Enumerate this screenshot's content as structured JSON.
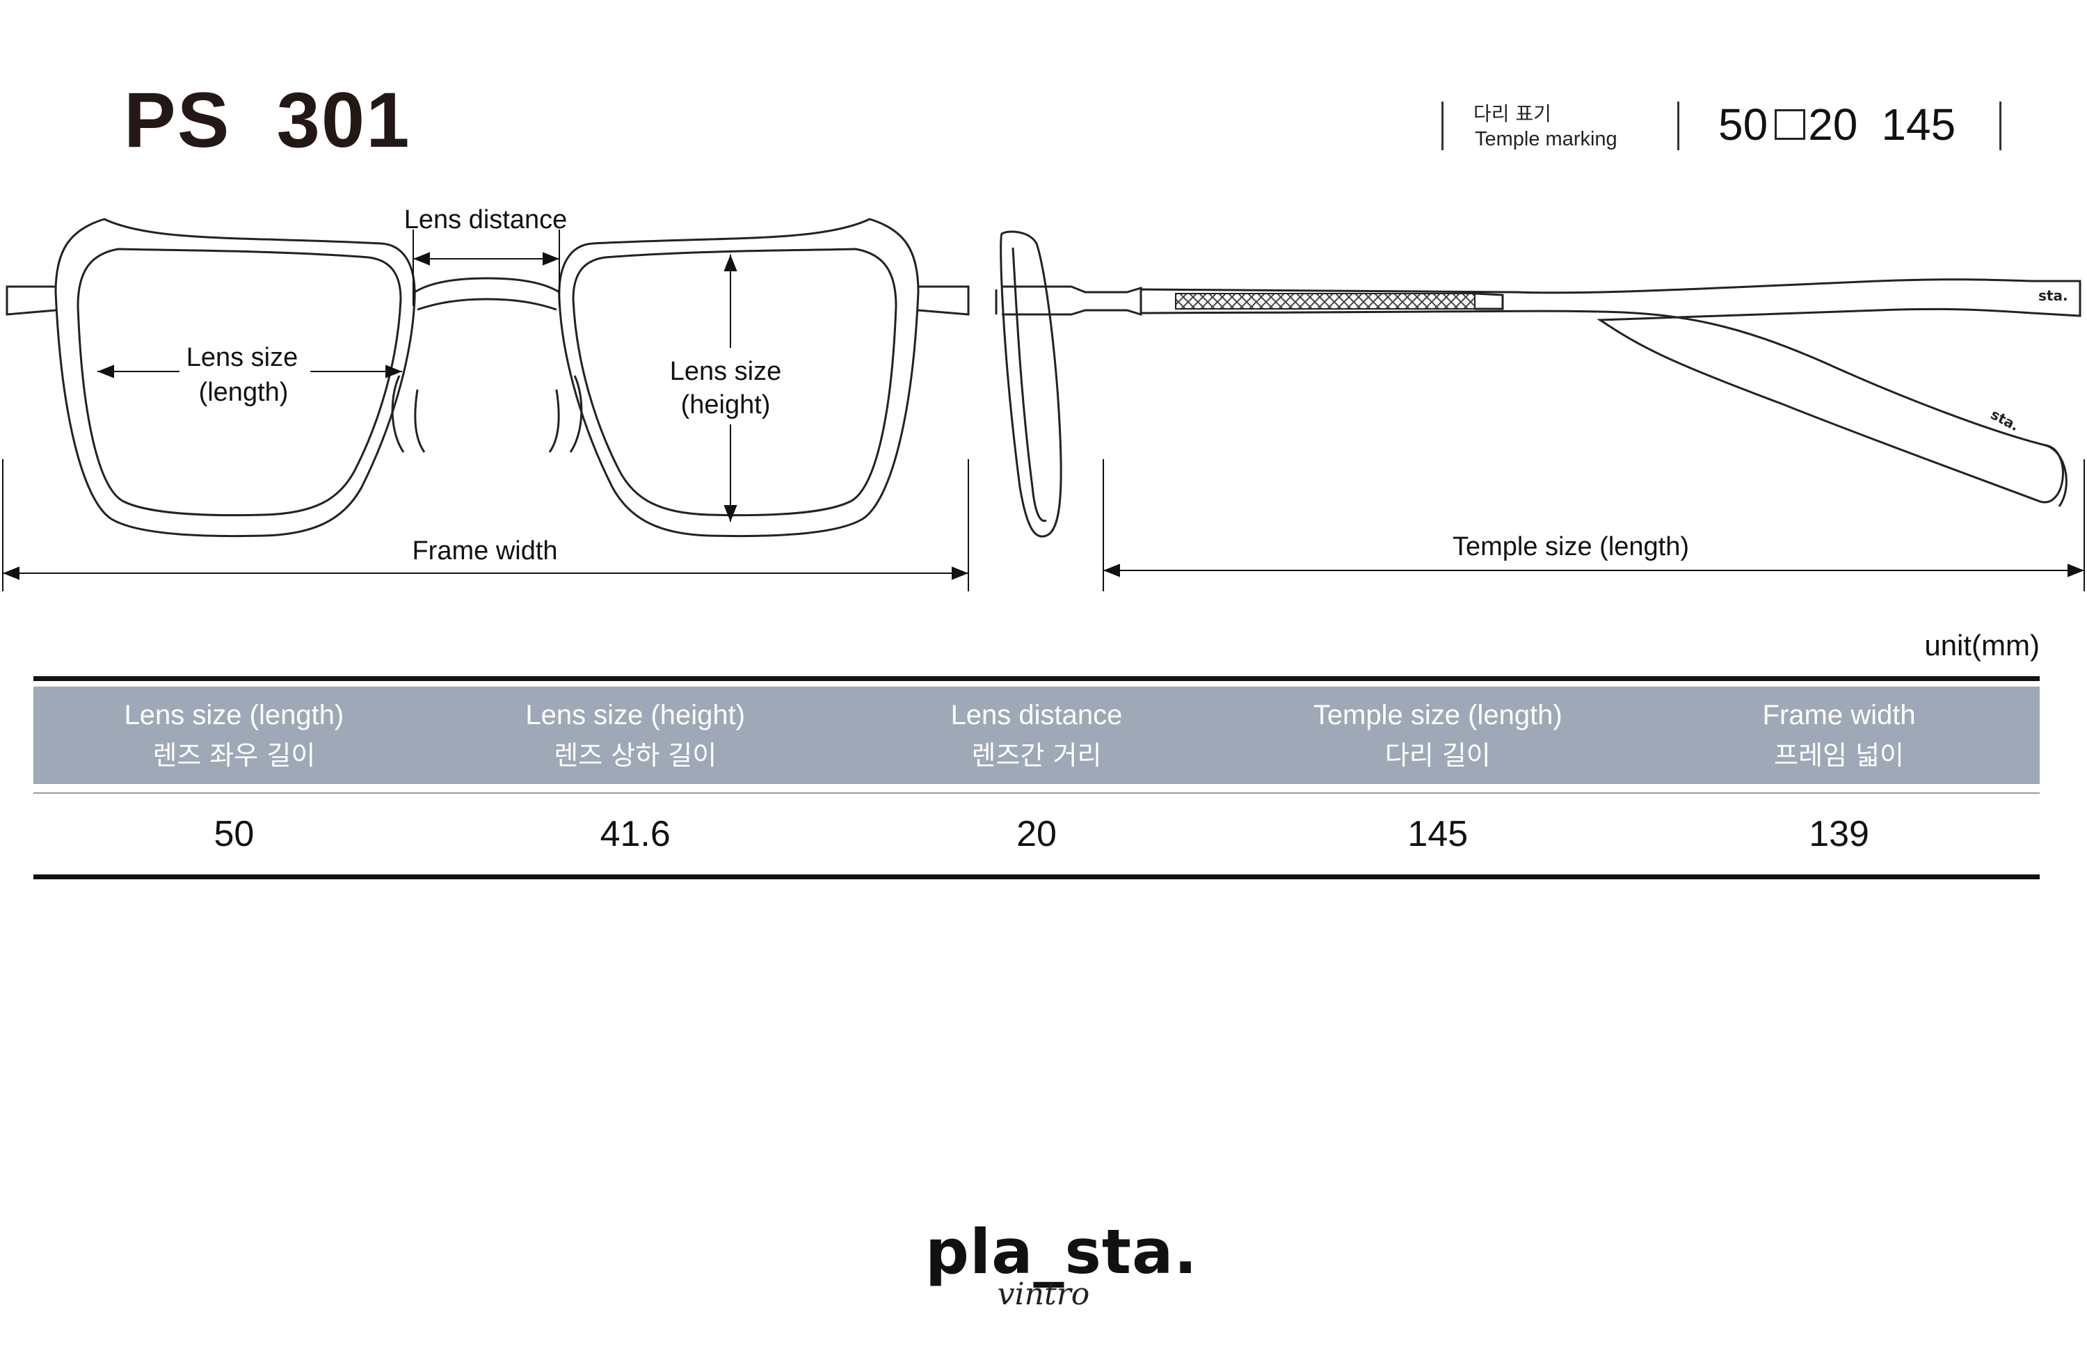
{
  "model": "PS  301",
  "temple_marking": {
    "label_ko": "다리 표기",
    "label_en": "Temple marking",
    "lens": "50",
    "bridge": "20",
    "temple": "145"
  },
  "diagram_labels": {
    "lens_distance": "Lens distance",
    "lens_size_length_1": "Lens size",
    "lens_size_length_2": "(length)",
    "lens_size_height_1": "Lens size",
    "lens_size_height_2": "(height)",
    "frame_width": "Frame width",
    "temple_size": "Temple size  (length)",
    "brand_mark": "sta."
  },
  "unit": "unit(mm)",
  "table": {
    "headers": [
      {
        "en": "Lens size (length)",
        "ko": "렌즈 좌우 길이"
      },
      {
        "en": "Lens size (height)",
        "ko": "렌즈 상하 길이"
      },
      {
        "en": "Lens distance",
        "ko": "렌즈간 거리"
      },
      {
        "en": "Temple size  (length)",
        "ko": "다리 길이"
      },
      {
        "en": "Frame width",
        "ko": "프레임 넓이"
      }
    ],
    "values": [
      "50",
      "41.6",
      "20",
      "145",
      "139"
    ]
  },
  "logo": {
    "main": "pla_sta.",
    "sub": "vintro"
  }
}
